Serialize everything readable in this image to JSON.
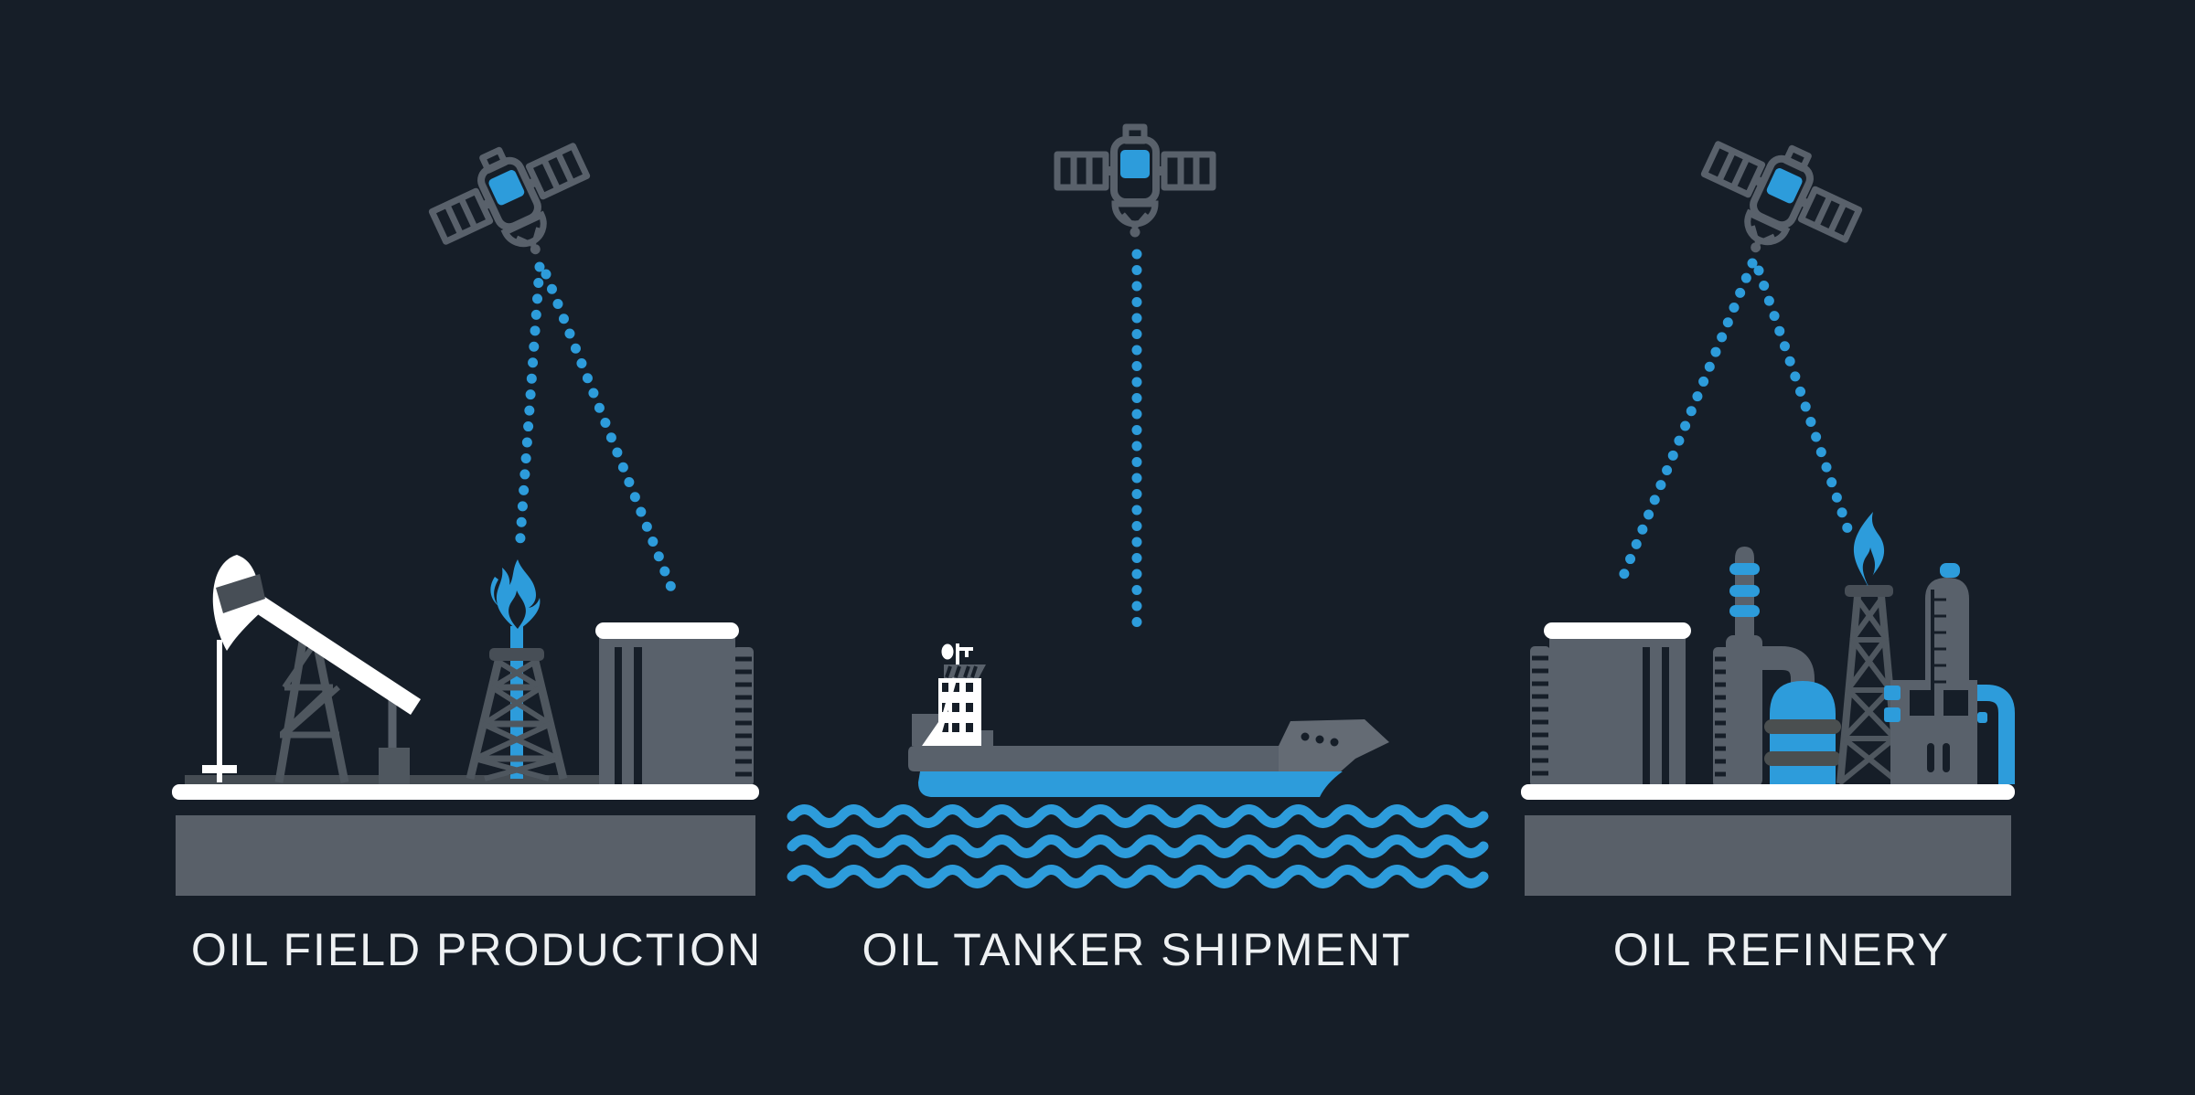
{
  "title": "Oil supply chain satellite monitoring infographic",
  "colors": {
    "bg": "#161e28",
    "gray": "#59616b",
    "gray-mid": "#4f575f",
    "gray-dark": "#474e56",
    "shadow": "#454c53",
    "soil": "#596069",
    "bow": "#646b74",
    "band": "#4a4f50",
    "white": "#ffffff",
    "blue": "#2d9cdb",
    "text": "#eef1f3"
  },
  "scenes": [
    {
      "id": "oil-field-production",
      "label": "OIL FIELD PRODUCTION",
      "icons": [
        "satellite-icon",
        "signal-beam-icon",
        "pumpjack-icon",
        "gas-flare-derrick-icon",
        "oil-storage-tank-icon",
        "ground-platform",
        "soil-block"
      ]
    },
    {
      "id": "oil-tanker-shipment",
      "label": "OIL TANKER SHIPMENT",
      "icons": [
        "satellite-icon",
        "signal-beam-icon",
        "oil-tanker-ship-icon",
        "radar-dome-icon",
        "sea-waves-icon"
      ]
    },
    {
      "id": "oil-refinery",
      "label": "OIL REFINERY",
      "icons": [
        "satellite-icon",
        "signal-beam-icon",
        "storage-tank-icon",
        "distillation-column-icon",
        "pressure-vessel-icon",
        "flare-stack-icon",
        "refinery-building-icon",
        "pipeline-icon",
        "ground-platform",
        "soil-block"
      ]
    }
  ],
  "satellite_count": 3
}
